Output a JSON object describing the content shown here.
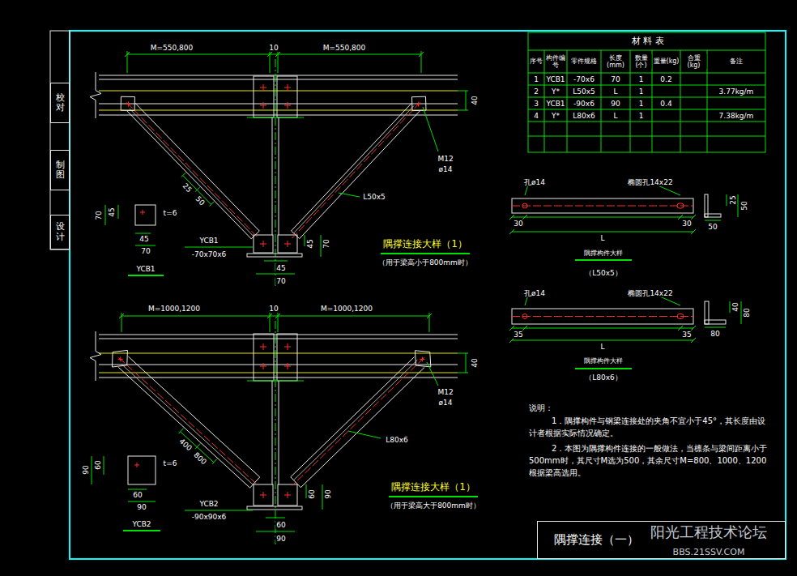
{
  "diagram": {
    "nodes": [
      {
        "text": [
          "校对"
        ]
      },
      {
        "text": [
          "制图"
        ]
      },
      {
        "text": [
          "设计"
        ]
      },
      {
        "text": [
          "隅撑连接（一）"
        ]
      }
    ],
    "labels": [
      "材 料 表",
      "序号",
      "构件编号",
      "零件规格",
      "长度(mm)",
      "数量(个)",
      "重量(kg)",
      "合重(kg)",
      "备注",
      "1",
      "YCB1",
      "-70x6",
      "70",
      "1",
      "0.2",
      "2",
      "Y*",
      "L50x5",
      "L",
      "1",
      "3.77kg/m",
      "3",
      "YCB1",
      "-90x6",
      "90",
      "1",
      "0.4",
      "4",
      "Y*",
      "L80x6",
      "L",
      "1",
      "7.38kg/m",
      "M=550,800",
      "10",
      "M=550,800",
      "40",
      "M12",
      "ø14",
      "L50x5",
      "25",
      "50",
      "YCB1",
      "-70x70x6",
      "45",
      "70",
      "45",
      "70",
      "隅撑连接大样（1）",
      "（用于梁高小于800mm时）",
      "70",
      "45",
      "t=6",
      "45",
      "70",
      "YCB1",
      "M=1000,1200",
      "10",
      "M=1000,1200",
      "40",
      "M12",
      "ø14",
      "L80x6",
      "400",
      "800",
      "YCB2",
      "-90x90x6",
      "60",
      "90",
      "60",
      "90",
      "隅撑连接大样（1）",
      "（用于梁高大于800mm时）",
      "90",
      "60",
      "t=6",
      "60",
      "90",
      "YCB2",
      "孔ø14",
      "椭圆孔14x22",
      "30",
      "30",
      "L",
      "25",
      "50",
      "50",
      "隅撑构件大样",
      "（L50x5）",
      "孔ø14",
      "椭圆孔14x22",
      "35",
      "35",
      "L",
      "40",
      "80",
      "80",
      "隅撑构件大样",
      "（L80x6）",
      "说明：",
      "1．隅撑构件与钢梁连接处的夹角不宜小于45°，其长度由设计者根据实际情况确定。",
      "2．本图为隅撑构件连接的一般做法，当檩条与梁间距离小于500mm时，其尺寸M选为500，其余尺寸M=800、1000、1200根据梁高选用。",
      "阳光工程技术论坛",
      "BBS.21SSV.COM"
    ]
  }
}
